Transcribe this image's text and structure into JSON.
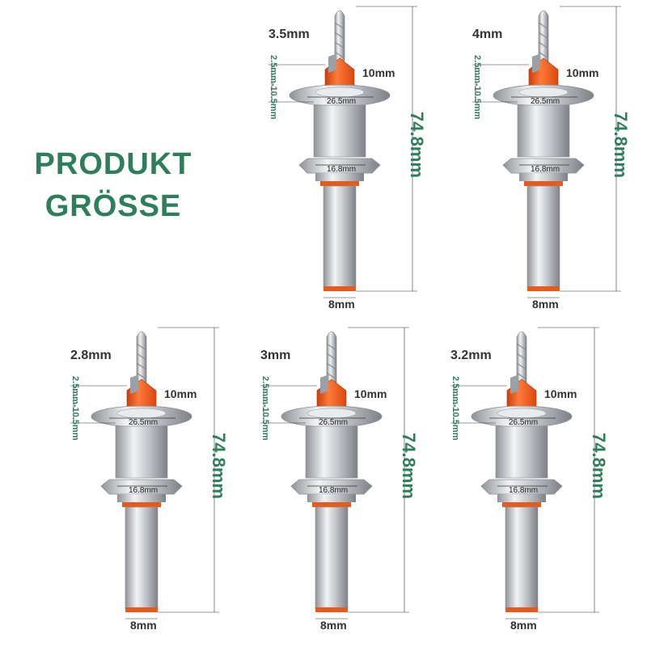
{
  "title": {
    "line1": "PRODUKT",
    "line2": "GRÖSSE"
  },
  "bits": [
    {
      "drill": "3.5mm",
      "cutter": "10mm",
      "collar": "26.5mm",
      "nut": "16.8mm",
      "shank": "8mm",
      "depth": "2.5mm-10.5mm",
      "length": "74.8mm"
    },
    {
      "drill": "4mm",
      "cutter": "10mm",
      "collar": "26.5mm",
      "nut": "16.8mm",
      "shank": "8mm",
      "depth": "2.5mm-10.5mm",
      "length": "74.8mm"
    },
    {
      "drill": "2.8mm",
      "cutter": "10mm",
      "collar": "26.5mm",
      "nut": "16.8mm",
      "shank": "8mm",
      "depth": "2.5mm-10.5mm",
      "length": "74.8mm"
    },
    {
      "drill": "3mm",
      "cutter": "10mm",
      "collar": "26.5mm",
      "nut": "16.8mm",
      "shank": "8mm",
      "depth": "2.5mm-10.5mm",
      "length": "74.8mm"
    },
    {
      "drill": "3.2mm",
      "cutter": "10mm",
      "collar": "26.5mm",
      "nut": "16.8mm",
      "shank": "8mm",
      "depth": "2.5mm-10.5mm",
      "length": "74.8mm"
    }
  ],
  "colors": {
    "accent": "#2e7d5b",
    "cutter": "#f05a1e",
    "steel": "#c9ccd0"
  }
}
